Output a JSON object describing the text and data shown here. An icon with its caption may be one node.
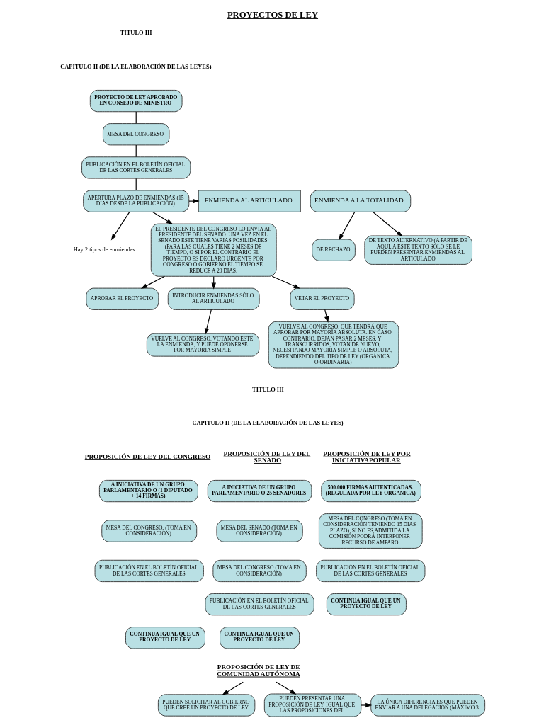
{
  "diagram": {
    "title": "PROYECTOS DE LEY",
    "nodes": [
      {
        "text": [
          "PROYECTO DE LEY APROBADO EN CONSEJO DE MINISTRO"
        ]
      },
      {
        "text": [
          "MESA DEL CONGRESO"
        ]
      },
      {
        "text": [
          "PUBLICACIÓN EN EL BOLETÍN OFICIAL DE LAS CORTES GENERALES"
        ]
      },
      {
        "text": [
          "APERTURA PLAZO DE ENMIENDAS (15 DIAS DESDE LA PUBLICACIÓN)"
        ]
      },
      {
        "text": [
          "ENMIENDA AL ARTICULADO"
        ]
      },
      {
        "text": [
          "ENMIENDA A LA TOTALIDAD"
        ]
      },
      {
        "text": [
          "Hay 2 tipos de enmiendas"
        ]
      },
      {
        "text": [
          "DE RECHAZO"
        ]
      },
      {
        "text": [
          "DE TEXTO ALTERNATIVO (A PARTIR DE AQUI, A ESTE TEXTO SÓLO SE LE PUEDEN PRESENTAR ENMIENDAS AL ARTICULADO"
        ]
      },
      {
        "text": [
          "EL PRESIDENTE DEL CONGRESO LO ENVIA AL PRESIDENTE DEL SENADO. UNA VEZ EN EL SENADO ESTE TIENE VARIAS POSILIDADES (PARA LAS CUALES TIENE 2 MESES DE TIEMPO, O SI POR EL CONTRARIO EL PROYECTO ES DECLARO URGENTE POR CONGRESO O GOBIERNO EL TIEMPO SE REDUCE A 20 DIAS:"
        ]
      },
      {
        "text": [
          "APROBAR EL PROYECTO"
        ]
      },
      {
        "text": [
          "INTRODUCIR ENMIENDAS SÓLO AL ARTICULADO"
        ]
      },
      {
        "text": [
          "VETAR EL PROYECTO"
        ]
      },
      {
        "text": [
          "VUELVE AL CONGRESO. VOTANDO ESTE LA ENMIENDA, Y PUEDE OPONERSE POR MAYORIA SIMPLE"
        ]
      },
      {
        "text": [
          "VUELVE AL CONGRESO. QUE TENDRÁ QUE APROBAR POR MAYORÍA ABSOLUTA. EN CASO CONTRARIO, DEJAN PASAR 2 MESES, Y TRANSCURRIDOS, VOTAN DE NUEVO, NECESITANDO MAYORIA SIMPLE O ABSOLUTA, DEPENDIENDO DEL TIPO DE LEY (ORGÁNICA O ORDINARIA)"
        ]
      },
      {
        "text": [
          "A INICIATIVA DE UN GRUPO PARLAMENTARIO O (1 DIPUTADO + 14 FIRMAS)"
        ]
      },
      {
        "text": [
          "MESA DEL CONGRESO, (TOMA EN CONSIDERACIÓN)"
        ]
      },
      {
        "text": [
          "PUBLICACIÓN EN EL BOLETÍN OFICIAL DE LAS CORTES GENERALES"
        ]
      },
      {
        "text": [
          "CONTINUA IGUAL QUE UN PROYECTO DE LEY"
        ]
      },
      {
        "text": [
          "A INICIATIVA DE UN GRUPO PARLAMENTARIO O 25 SENADORES"
        ]
      },
      {
        "text": [
          "MESA DEL SENADO (TOMA EN CONSIDERACIÓN)"
        ]
      },
      {
        "text": [
          "MESA DEL CONGRESO (TOMA EN CONSIDERACIÓN)"
        ]
      },
      {
        "text": [
          "PUBLICACIÓN EN EL BOLETÍN OFICIAL DE LAS CORTES GENERALES"
        ]
      },
      {
        "text": [
          "CONTINUA IGUAL QUE UN PROYECTO DE LEY"
        ]
      },
      {
        "text": [
          "500.000 FIRMAS AUTENTICADAS. (REGULADA POR LEY ORGANICA)"
        ]
      },
      {
        "text": [
          "MESA DEL CONGRESO (TOMA EN CONSIDERACIÓN TENIENDO 15 DIAS PLAZO). SI NO ES ADMITIDA LA COMISIÓN PODRÁ INTERPONER RECURSO DE AMPARO"
        ]
      },
      {
        "text": [
          "PUBLICACIÓN EN EL BOLETÍN OFICIAL DE LAS CORTES GENERALES"
        ]
      },
      {
        "text": [
          "CONTINUA IGUAL QUE UN PROYECTO DE LEY"
        ]
      },
      {
        "text": [
          "PROPOSICIÓN DE LEY DE COMUNIDAD AUTÓNOMA"
        ]
      },
      {
        "text": [
          "PUEDEN SOLICITAR AL GOBIERNO QUE CREE UN PROYECTO DE LEY"
        ]
      },
      {
        "text": [
          "PUEDEN PRESENTAR UNA PROPOSICIÓN DE LEY. IGUAL QUE LAS PROPOSICIONES DEL"
        ]
      },
      {
        "text": [
          "LA ÚNICA DIFERENCIA ES QUE PUEDEN ENVIAR A UNA DELEGACIÓN (MÁXIMO 3"
        ]
      }
    ],
    "edges": [
      {
        "from": 0,
        "to": 1,
        "arrow": "none"
      },
      {
        "from": 1,
        "to": 2,
        "arrow": "none"
      },
      {
        "from": 2,
        "to": 3,
        "arrow": "none"
      },
      {
        "from": 3,
        "to": 4,
        "arrow": "to"
      },
      {
        "from": 3,
        "to": 6,
        "arrow": "to"
      },
      {
        "from": 5,
        "to": 7,
        "arrow": "to"
      },
      {
        "from": 5,
        "to": 8,
        "arrow": "to"
      },
      {
        "from": 3,
        "to": 9,
        "arrow": "to"
      },
      {
        "from": 9,
        "to": 10,
        "arrow": "to"
      },
      {
        "from": 9,
        "to": 11,
        "arrow": "to"
      },
      {
        "from": 9,
        "to": 12,
        "arrow": "to"
      },
      {
        "from": 11,
        "to": 13,
        "arrow": "to"
      },
      {
        "from": 12,
        "to": 14,
        "arrow": "to"
      },
      {
        "from": 28,
        "to": 29,
        "arrow": "to"
      },
      {
        "from": 28,
        "to": 30,
        "arrow": "to"
      },
      {
        "from": 30,
        "to": 31,
        "arrow": "to"
      }
    ],
    "labels": [
      "TITULO III",
      "CAPITULO II (DE LA ELABORACIÓN DE LAS LEYES)",
      "TITULO III",
      "CAPITULO II (DE LA ELABORACIÓN DE LAS LEYES)",
      "PROPOSICIÓN DE LEY DEL CONGRESO",
      "PROPOSICIÓN DE LEY DEL SENADO",
      "PROPOSICIÓN DE LEY POR INICIATIVAPOPULAR"
    ]
  }
}
